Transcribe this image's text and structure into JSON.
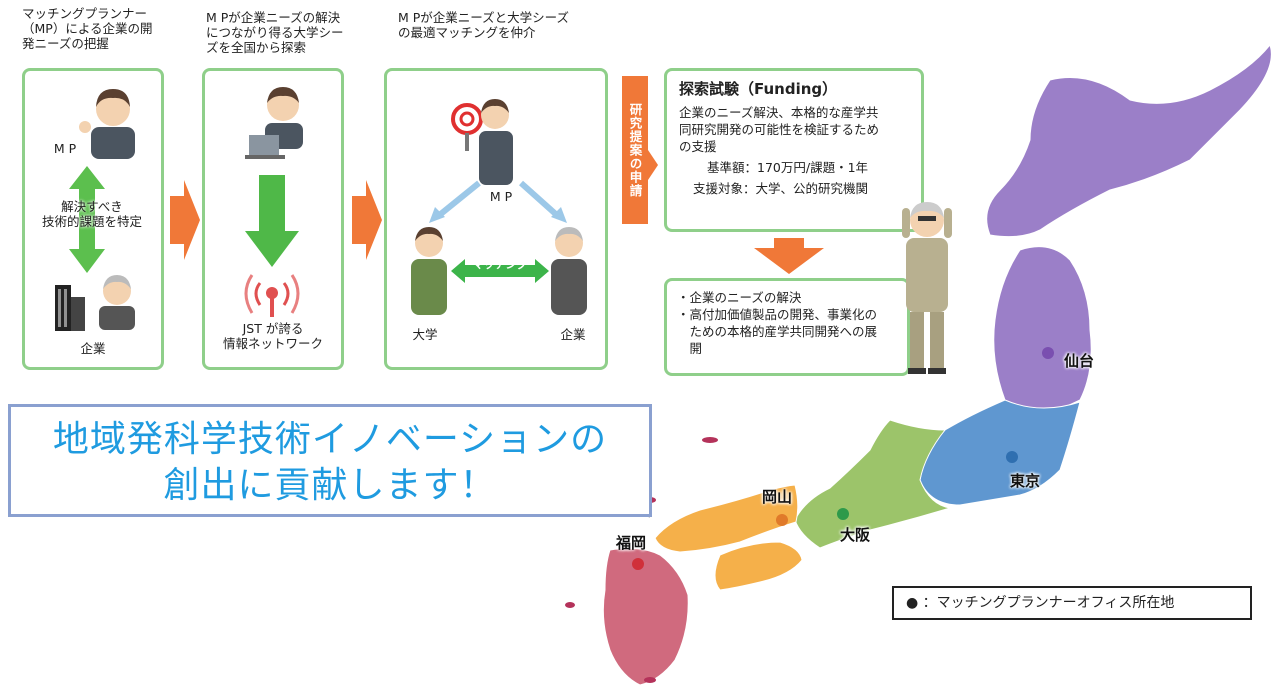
{
  "step1": {
    "caption": [
      "マッチングプランナー",
      "（MP）による企業の開",
      "発ニーズの把握"
    ],
    "mp_label": "M P",
    "arrow_text": [
      "解決すべき",
      "技術的課題を特定"
    ],
    "company_label": "企業"
  },
  "step2": {
    "caption": [
      "M Pが企業ニーズの解決",
      "につながり得る大学シー",
      "ズを全国から探索"
    ],
    "network_label": [
      "JST が誇る",
      "情報ネットワーク"
    ]
  },
  "step3": {
    "caption": [
      "M Pが企業ニーズと大学シーズ",
      "の最適マッチングを仲介"
    ],
    "mp_label": "M P",
    "matching_label": "マッチング",
    "university_label": "大学",
    "company_label": "企業"
  },
  "application_bar": "研究提案の申請",
  "funding": {
    "title": "探索試験（Funding）",
    "body": [
      "企業のニーズ解決、本格的な産学共",
      "同研究開発の可能性を検証するため",
      "の支援"
    ],
    "amount": "基準額：170万円/課題・1年",
    "target": "支援対象：大学、公的研究機関"
  },
  "outcomes": [
    [
      "・企業のニーズの解決"
    ],
    [
      "・高付加価値製品の開発、事業化の",
      "　ための本格的産学共同開発への展",
      "　開"
    ]
  ],
  "slogan": [
    "地域発科学技術イノベーションの",
    "創出に貢献します！"
  ],
  "cities": {
    "sendai": "仙台",
    "tokyo": "東京",
    "osaka": "大阪",
    "okayama": "岡山",
    "fukuoka": "福岡"
  },
  "legend": "● ：マッチングプランナーオフィス所在地",
  "colors": {
    "panel_border": "#8fcf8a",
    "arrow_orange": "#f07838",
    "matching_green": "#3cb44a",
    "hokkaido_tohoku": "#9b7fc8",
    "kanto": "#5f97d0",
    "kansai": "#9cc46a",
    "chugoku_shikoku": "#f5b04a",
    "kyushu": "#d06a7e",
    "dot_sendai": "#7a4fb0",
    "dot_tokyo": "#2f6fb0",
    "dot_osaka": "#2e9a4a",
    "dot_okayama": "#e07a2a",
    "dot_fukuoka": "#d0303a"
  }
}
